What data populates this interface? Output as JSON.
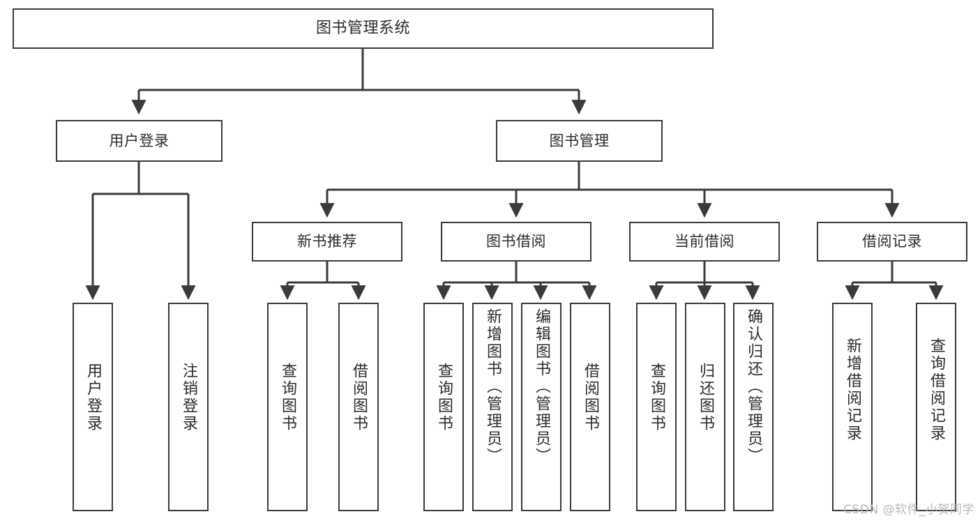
{
  "diagram": {
    "title": "图书管理系统",
    "type": "tree-hierarchy-chart",
    "watermark": "CSDN @软件_小贺同学",
    "colors": {
      "background": "#ffffff",
      "box_fill": "#ffffff",
      "box_border": "#3a3a3a",
      "text": "#2b2b2b",
      "connector": "#3a3a3a",
      "watermark": "#b9b9b9"
    }
  },
  "nodes": {
    "root": {
      "label": "图书管理系统"
    },
    "level1": [
      {
        "id": "user-login",
        "label": "用户登录"
      },
      {
        "id": "book-manage",
        "label": "图书管理"
      }
    ],
    "level2": [
      {
        "id": "new-book-recommend",
        "label": "新书推荐"
      },
      {
        "id": "book-borrow",
        "label": "图书借阅"
      },
      {
        "id": "current-borrow",
        "label": "当前借阅"
      },
      {
        "id": "borrow-record",
        "label": "借阅记录"
      }
    ],
    "leaves": {
      "user-login": [
        {
          "id": "leaf-user-login",
          "label": "用户登录"
        },
        {
          "id": "leaf-logout-login",
          "label": "注销登录"
        }
      ],
      "new-book-recommend": [
        {
          "id": "leaf-query-book-1",
          "label": "查询图书"
        },
        {
          "id": "leaf-borrow-book-1",
          "label": "借阅图书"
        }
      ],
      "book-borrow": [
        {
          "id": "leaf-query-book-2",
          "label": "查询图书"
        },
        {
          "id": "leaf-add-book",
          "label": "新增图书（管理员）"
        },
        {
          "id": "leaf-edit-book",
          "label": "编辑图书（管理员）"
        },
        {
          "id": "leaf-borrow-book-2",
          "label": "借阅图书"
        }
      ],
      "current-borrow": [
        {
          "id": "leaf-query-book-3",
          "label": "查询图书"
        },
        {
          "id": "leaf-return-book",
          "label": "归还图书"
        },
        {
          "id": "leaf-confirm-return",
          "label": "确认归还（管理员）"
        }
      ],
      "borrow-record": [
        {
          "id": "leaf-add-record",
          "label": "新增借阅记录"
        },
        {
          "id": "leaf-query-record",
          "label": "查询借阅记录"
        }
      ]
    }
  }
}
